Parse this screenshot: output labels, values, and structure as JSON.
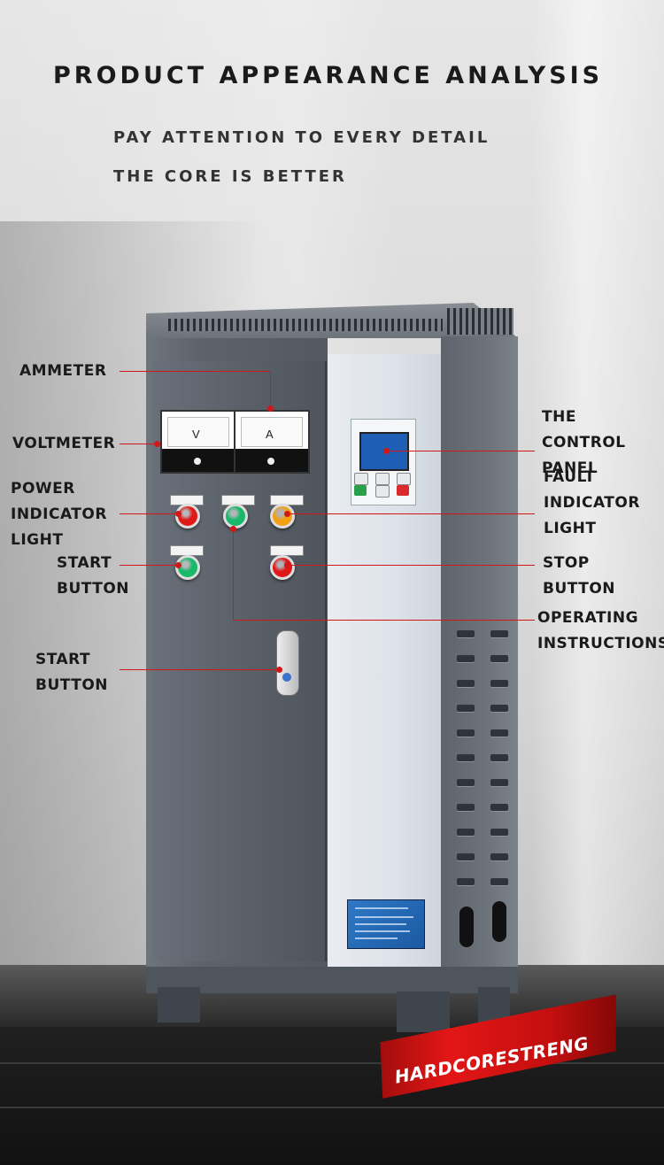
{
  "header": {
    "title": "PRODUCT APPEARANCE ANALYSIS",
    "subtitle_1": "PAY ATTENTION TO EVERY DETAIL",
    "subtitle_2": "THE CORE IS BETTER"
  },
  "callouts": {
    "ammeter": "AMMETER",
    "voltmeter": "VOLTMETER",
    "power_indicator": "POWER\nINDICATOR\nLIGHT",
    "start_button_1": "START\nBUTTON",
    "start_button_2": "START\nBUTTON",
    "control_panel": "THE CONTROL\nPANEL",
    "fault_indicator": "FAULT\nINDICATOR\nLIGHT",
    "stop_button": "STOP BUTTON",
    "operating_instructions": "OPERATING\nINSTRUCTIONS"
  },
  "meters": {
    "voltmeter_unit": "V",
    "ammeter_unit": "A"
  },
  "lamp_colors": {
    "power": "#e01818",
    "run": "#19b86a",
    "fault": "#f2a012",
    "start": "#19b86a",
    "stop": "#e01818"
  },
  "badge": {
    "text": "HARDCORESTRENG"
  }
}
